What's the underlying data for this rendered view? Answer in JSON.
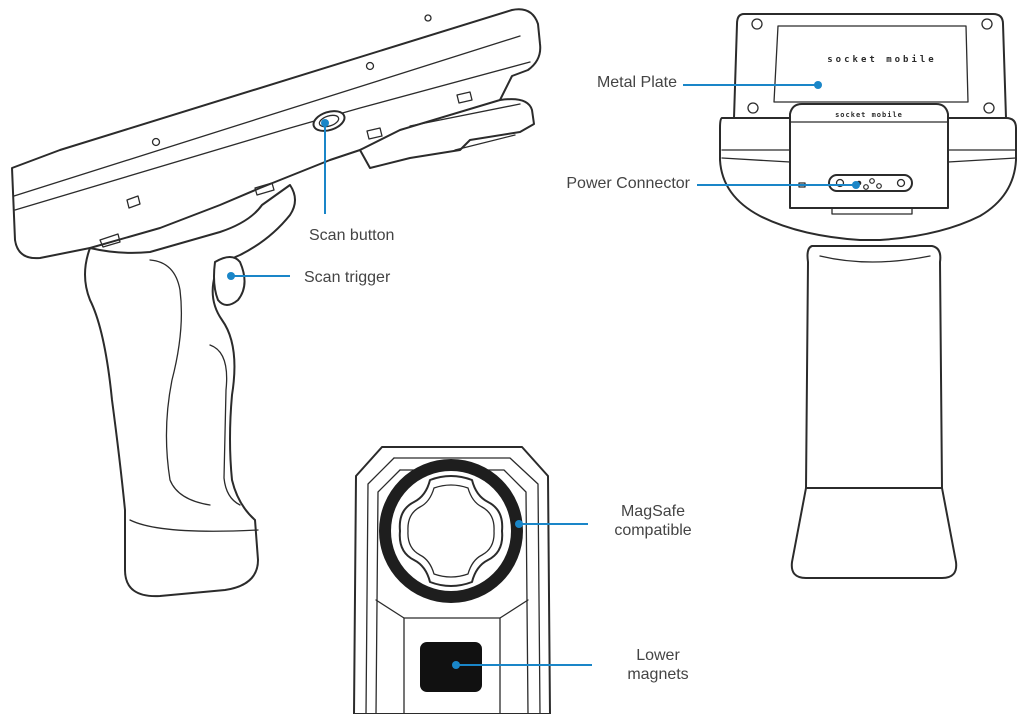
{
  "theme": {
    "callout_color": "#1a86c8",
    "outline_color": "#2b2b2b",
    "text_color": "#444444",
    "magnet_color": "#111111",
    "ring_color": "#1e1e1e"
  },
  "device_branding": {
    "top_plate_logo": "socket mobile",
    "connector_logo": "socket mobile"
  },
  "callouts": {
    "scan_button": "Scan button",
    "scan_trigger": "Scan trigger",
    "metal_plate": "Metal Plate",
    "power_connector": "Power Connector",
    "magsafe_line1": "MagSafe",
    "magsafe_line2": "compatible",
    "lower_magnets_line1": "Lower",
    "lower_magnets_line2": "magnets"
  }
}
